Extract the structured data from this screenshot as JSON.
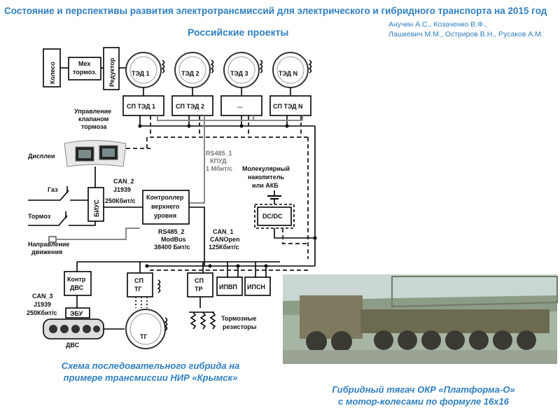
{
  "header": {
    "title": "Состояние и перспективы развития электротрансмиссий для электрического и гибридного транспорта на 2015 год",
    "subtitle": "Российские проекты",
    "authors": [
      "Анучин А.С., Козаченко В.Ф.,",
      "Лашкевич М.М., Остриров В.Н., Русаков А.М."
    ]
  },
  "diagram": {
    "wheel": "Колесо",
    "mech_brake": [
      "Мех",
      "тормоз."
    ],
    "reducer": "Редуктор",
    "motors": [
      "ТЭД 1",
      "ТЭД 2",
      "ТЭД 3",
      "ТЭД N"
    ],
    "converters": [
      "СП ТЭД 1",
      "СП ТЭД 2",
      "...",
      "СП ТЭД N"
    ],
    "brake_valve": [
      "Управление",
      "клапаном",
      "тормоза"
    ],
    "displays": "Дисплеи",
    "bus_rs485_1": [
      "RS485_1",
      "КПУД",
      "1 Мбит/с"
    ],
    "storage": [
      "Молекулярный",
      "накопитель",
      "или АКБ"
    ],
    "gas": "Газ",
    "brake": "Тормоз",
    "direction": [
      "Направление",
      "движения"
    ],
    "bius": "БИУС",
    "can2": [
      "CAN_2",
      "J1939",
      "250Кбит/с"
    ],
    "controller": [
      "Контроллер",
      "верхнего",
      "уровня"
    ],
    "dcdc": "DC/DC",
    "rs485_2": [
      "RS485_2",
      "ModBus",
      "38400 Бит/с"
    ],
    "can1": [
      "CAN_1",
      "CANOpen",
      "125Кбит/с"
    ],
    "engine_ctrl": [
      "Контр",
      "ДВС"
    ],
    "sp_tg": [
      "СП",
      "ТГ"
    ],
    "sp_tr": [
      "СП",
      "ТР"
    ],
    "ipvp": "ИПВП",
    "ipsn": "ИПСН",
    "can3": [
      "CAN_3",
      "J1939",
      "250Кбит/с"
    ],
    "ebu": "ЭБУ",
    "engine": "ДВС",
    "generator": "ТГ",
    "brake_resistors": [
      "Тормозные",
      "резисторы"
    ]
  },
  "captions": {
    "left": [
      "Схема последовательного гибрида на",
      "примере трансмиссии НИР «Крымск»"
    ],
    "right": [
      "Гибридный тягач ОКР «Платформа-О»",
      "с мотор-колесами по формуле 16х16"
    ]
  }
}
